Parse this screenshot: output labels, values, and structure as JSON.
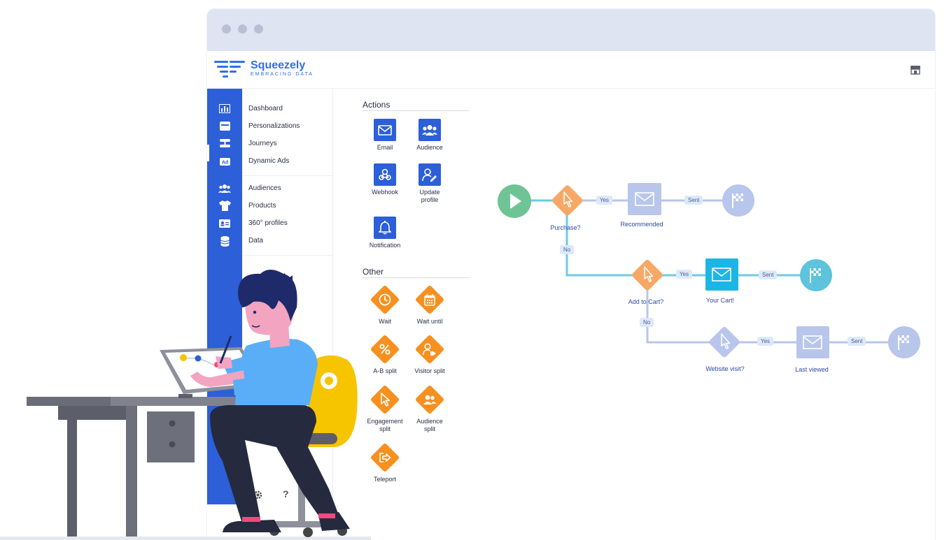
{
  "app": {
    "name": "Squeezely",
    "tagline": "EMBRACING DATA"
  },
  "colors": {
    "brand": "#2c5fd8",
    "orange": "#f7901e",
    "teal": "#3fb8d9",
    "start_green": "#6fc495",
    "muted": "#b8c6ec"
  },
  "sidebar": {
    "items": [
      {
        "label": "Dashboard",
        "icon": "bar-chart-icon"
      },
      {
        "label": "Personalizations",
        "icon": "window-icon"
      },
      {
        "label": "Journeys",
        "icon": "journeys-icon",
        "active": true
      },
      {
        "label": "Dynamic Ads",
        "icon": "ad-icon"
      },
      {
        "label": "Audiences",
        "icon": "people-icon"
      },
      {
        "label": "Products",
        "icon": "shirt-icon"
      },
      {
        "label": "360° profiles",
        "icon": "id-card-icon"
      },
      {
        "label": "Data",
        "icon": "database-icon"
      }
    ]
  },
  "palette": {
    "actions_title": "Actions",
    "actions": [
      {
        "label": "Email",
        "icon": "envelope-icon"
      },
      {
        "label": "Audience",
        "icon": "people-icon"
      },
      {
        "label": "Webhook",
        "icon": "webhook-icon"
      },
      {
        "label": "Update profile",
        "icon": "user-edit-icon"
      },
      {
        "label": "Notification",
        "icon": "bell-icon"
      }
    ],
    "other_title": "Other",
    "other": [
      {
        "label": "Wait",
        "icon": "clock-icon"
      },
      {
        "label": "Wait until",
        "icon": "calendar-icon"
      },
      {
        "label": "A-B split",
        "icon": "percent-icon"
      },
      {
        "label": "Visitor split",
        "icon": "user-tag-icon"
      },
      {
        "label": "Engagement split",
        "icon": "cursor-icon"
      },
      {
        "label": "Audience split",
        "icon": "people-icon"
      },
      {
        "label": "Teleport",
        "icon": "teleport-icon"
      }
    ]
  },
  "flow": {
    "row1": {
      "condition": "Purchase?",
      "yes": "Yes",
      "action": "Recommended",
      "sent": "Sent",
      "no": "No"
    },
    "row2": {
      "condition": "Add to Cart?",
      "yes": "Yes",
      "action": "Your Cart!",
      "sent": "Sent",
      "no": "No"
    },
    "row3": {
      "condition": "Website visit?",
      "yes": "Yes",
      "action": "Last viewed",
      "sent": "Sent"
    }
  },
  "footer_icons": [
    "gear-icon",
    "help-icon"
  ]
}
